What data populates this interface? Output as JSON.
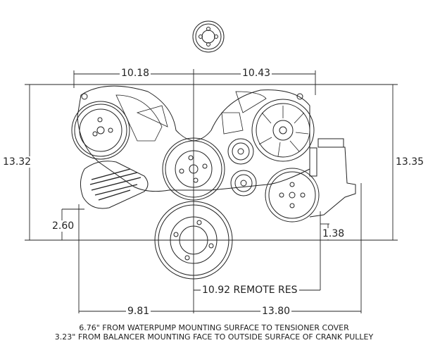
{
  "dimensions": {
    "top_left_width": "10.18",
    "top_right_width": "10.43",
    "left_height": "13.32",
    "right_height": "13.35",
    "left_offset": "2.60",
    "right_offset": "1.38",
    "remote_res": "10.92  REMOTE RES",
    "bottom_left_width": "9.81",
    "bottom_right_width": "13.80"
  },
  "notes": [
    "6.76\" FROM WATERPUMP MOUNTING SURFACE TO TENSIONER COVER",
    "3.23\" FROM BALANCER MOUNTING FACE TO OUTSIDE SURFACE OF CRANK PULLEY"
  ],
  "colors": {
    "line": "#222222",
    "background": "#ffffff"
  }
}
